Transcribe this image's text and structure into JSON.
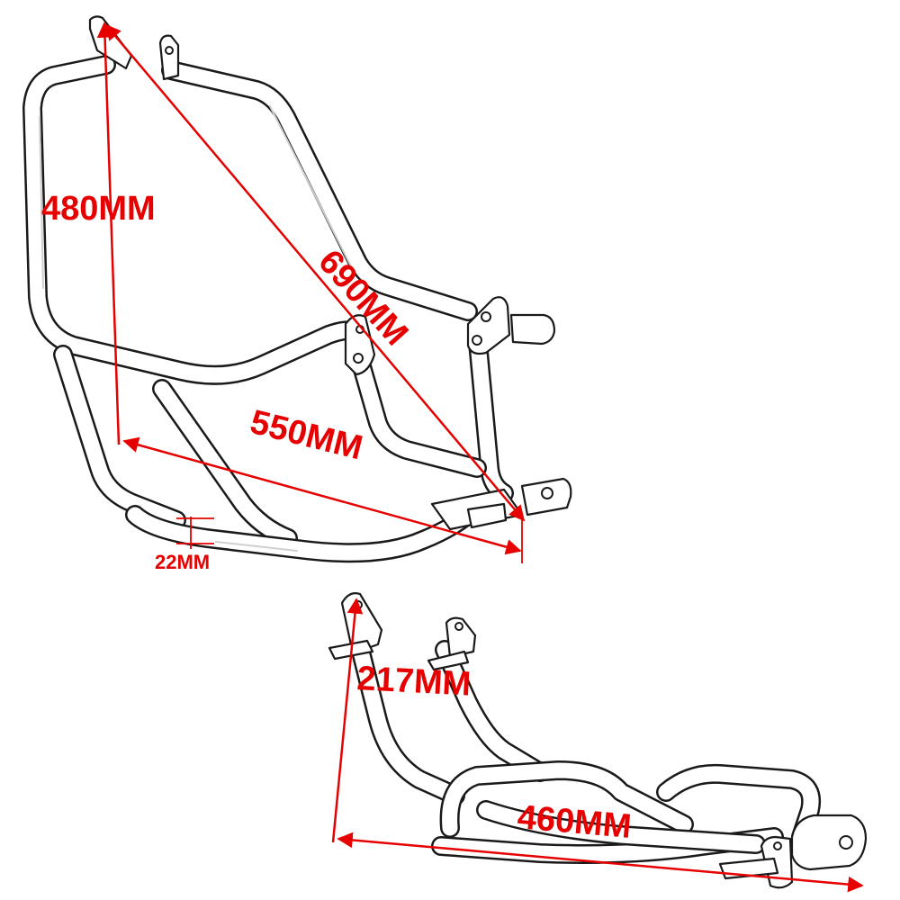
{
  "dimensions": {
    "height_top": "480MM",
    "diagonal": "690MM",
    "width_top": "550MM",
    "tube_diameter": "22MM",
    "height_bottom": "217MM",
    "width_bottom": "460MM"
  },
  "colors": {
    "dimension": "#e60000",
    "outline": "#1a1a1a",
    "background": "#ffffff"
  }
}
